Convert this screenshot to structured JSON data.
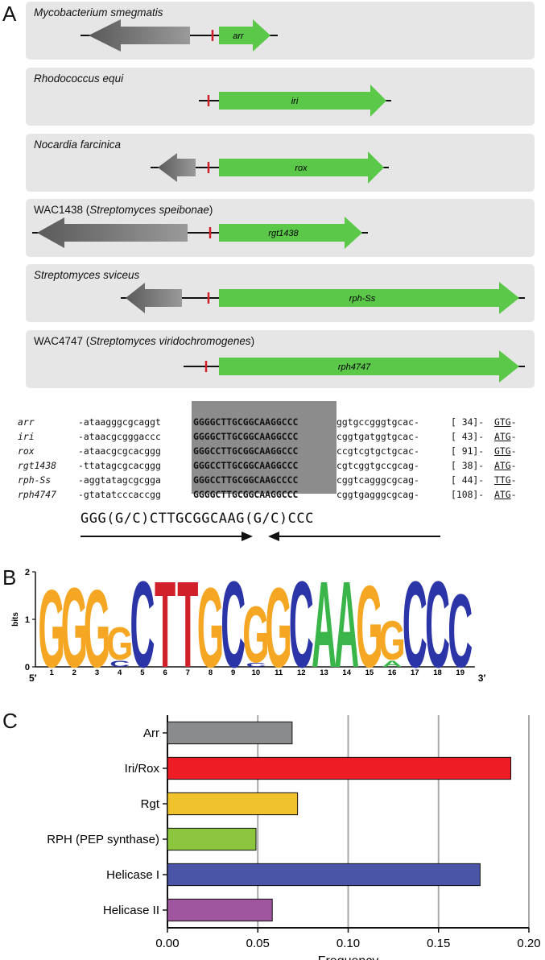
{
  "panels": {
    "a": "A",
    "b": "B",
    "c": "C"
  },
  "organisms": [
    {
      "label_italic": "Mycobacterium smegmatis",
      "label_plain": "",
      "label_paren": "",
      "gene": "arr"
    },
    {
      "label_italic": "Rhodococcus equi",
      "label_plain": "",
      "label_paren": "",
      "gene": "iri"
    },
    {
      "label_italic": "Nocardia farcinica",
      "label_plain": "",
      "label_paren": "",
      "gene": "rox"
    },
    {
      "label_italic": "",
      "label_plain": "WAC1438 (",
      "label_paren": "Streptomyces speibonae",
      "gene": "rgt1438"
    },
    {
      "label_italic": "Streptomyces sviceus",
      "label_plain": "",
      "label_paren": "",
      "gene": "rph-Ss"
    },
    {
      "label_italic": "",
      "label_plain": "WAC4747 (",
      "label_paren": "Streptomyces viridochromogenes",
      "gene": "rph4747"
    }
  ],
  "alignment": [
    {
      "gene": "arr",
      "left": "-ataagggcgcaggt",
      "core": "GGGGCTTGCGGCAAGGCCC",
      "right": "ggtgccgggtgcac-",
      "spacer": "[ 34]-",
      "start": "GTG",
      "tail": "-"
    },
    {
      "gene": "iri",
      "left": "-ataacgcgggaccc",
      "core": "GGGGCTTGCGGCAAGGCCC",
      "right": "cggtgatggtgcac-",
      "spacer": "[ 43]-",
      "start": "ATG",
      "tail": "-"
    },
    {
      "gene": "rox",
      "left": "-ataacgcgcacggg",
      "core": "GGGCCTTGCGGCAAGGCCC",
      "right": "ccgtcgtgctgcac-",
      "spacer": "[ 91]-",
      "start": "GTG",
      "tail": "-"
    },
    {
      "gene": "rgt1438",
      "left": "-ttatagcgcacggg",
      "core": "GGGCCTTGCGGCAAGGCCC",
      "right": "cgtcggtgccgcag-",
      "spacer": "[ 38]-",
      "start": "ATG",
      "tail": "-"
    },
    {
      "gene": "rph-Ss",
      "left": "-aggtatagcgcgga",
      "core": "GGGCCTTGCGGCAAGCCCC",
      "right": "cggtcagggcgcag-",
      "spacer": "[ 44]-",
      "start": "TTG",
      "tail": "-"
    },
    {
      "gene": "rph4747",
      "left": "-gtatatcccaccgg",
      "core": "GGGGCTTGCGGCAAGGCCC",
      "right": "cggtgagggcgcag-",
      "spacer": "[108]-",
      "start": "ATG",
      "tail": "-"
    }
  ],
  "consensus": "GGG(G/C)CTTGCGGCAAG(G/C)CCC",
  "logo": {
    "ylabel": "bits",
    "yticks": [
      "0",
      "1",
      "2"
    ],
    "end5": "5′",
    "end3": "3′",
    "positions": [
      "1",
      "2",
      "3",
      "4",
      "5",
      "6",
      "7",
      "8",
      "9",
      "10",
      "11",
      "12",
      "13",
      "14",
      "15",
      "16",
      "17",
      "18",
      "19"
    ],
    "letters": [
      "G",
      "G",
      "G",
      "G",
      "C",
      "T",
      "T",
      "G",
      "C",
      "G",
      "G",
      "C",
      "A",
      "A",
      "G",
      "G",
      "C",
      "C",
      "C"
    ],
    "bits": [
      1.8,
      1.85,
      1.8,
      0.75,
      2.0,
      2.0,
      2.0,
      1.85,
      2.0,
      1.3,
      1.85,
      2.0,
      2.0,
      2.0,
      1.9,
      0.9,
      2.0,
      2.0,
      1.7
    ],
    "minor_letters": [
      "",
      "",
      "",
      "C",
      "",
      "",
      "",
      "",
      "",
      "C",
      "",
      "",
      "",
      "",
      "",
      "A",
      "",
      "",
      ""
    ],
    "minor_bits": [
      0,
      0,
      0,
      0.15,
      0,
      0,
      0,
      0,
      0,
      0.1,
      0,
      0,
      0,
      0,
      0,
      0.15,
      0,
      0,
      0
    ],
    "colors": {
      "G": "#f5a623",
      "C": "#2b35a8",
      "T": "#d0202a",
      "A": "#3ab54a"
    }
  },
  "chart_data": {
    "type": "bar",
    "orientation": "horizontal",
    "categories": [
      "Arr",
      "Iri/Rox",
      "Rgt",
      "RPH (PEP synthase)",
      "Helicase I",
      "Helicase II"
    ],
    "values": [
      0.069,
      0.19,
      0.072,
      0.049,
      0.173,
      0.058
    ],
    "colors": [
      "#8a8b8d",
      "#ee1c25",
      "#efc22e",
      "#8cc63f",
      "#4a55a8",
      "#a0559f"
    ],
    "xlabel": "Frequency",
    "xticks": [
      "0.00",
      "0.05",
      "0.10",
      "0.15",
      "0.20"
    ],
    "xlim": [
      0,
      0.2
    ],
    "grid": true
  }
}
